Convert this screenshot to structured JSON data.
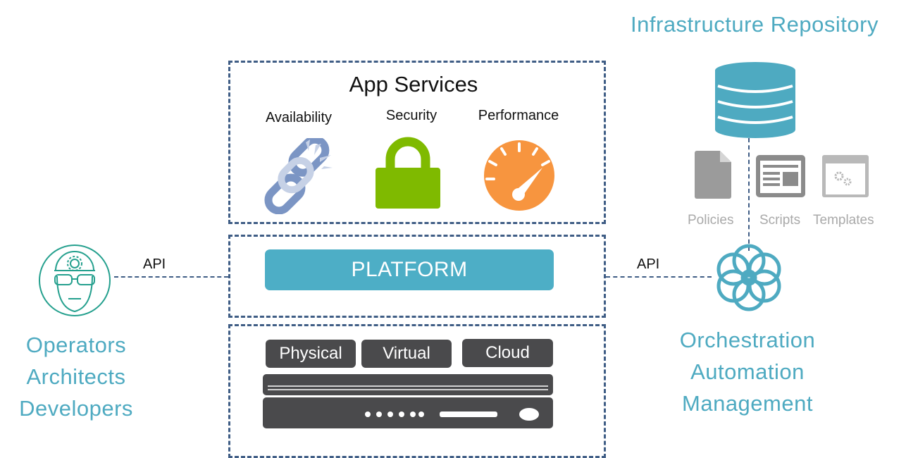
{
  "app_services": {
    "title": "App Services",
    "items": [
      {
        "label": "Availability",
        "icon": "broken-chain-icon"
      },
      {
        "label": "Security",
        "icon": "padlock-icon"
      },
      {
        "label": "Performance",
        "icon": "speedometer-icon"
      }
    ]
  },
  "platform": {
    "label": "PLATFORM"
  },
  "infrastructure": {
    "buttons": [
      "Physical",
      "Virtual",
      "Cloud"
    ]
  },
  "left": {
    "api_label": "API",
    "roles": [
      "Operators",
      "Architects",
      "Developers"
    ],
    "icon": "operator-person-icon"
  },
  "right": {
    "api_label": "API",
    "repository_title": "Infrastructure Repository",
    "repository_items": [
      "Policies",
      "Scripts",
      "Templates"
    ],
    "roles": [
      "Orchestration",
      "Automation",
      "Management"
    ],
    "icon": "orchestration-flower-icon"
  },
  "colors": {
    "teal": "#4eaac1",
    "dash_blue": "#3f5d85",
    "platform": "#4daec6",
    "dark_grey": "#4a4a4c",
    "green": "#7fba00",
    "orange": "#f7953f",
    "chain_blue": "#7b95c4"
  }
}
